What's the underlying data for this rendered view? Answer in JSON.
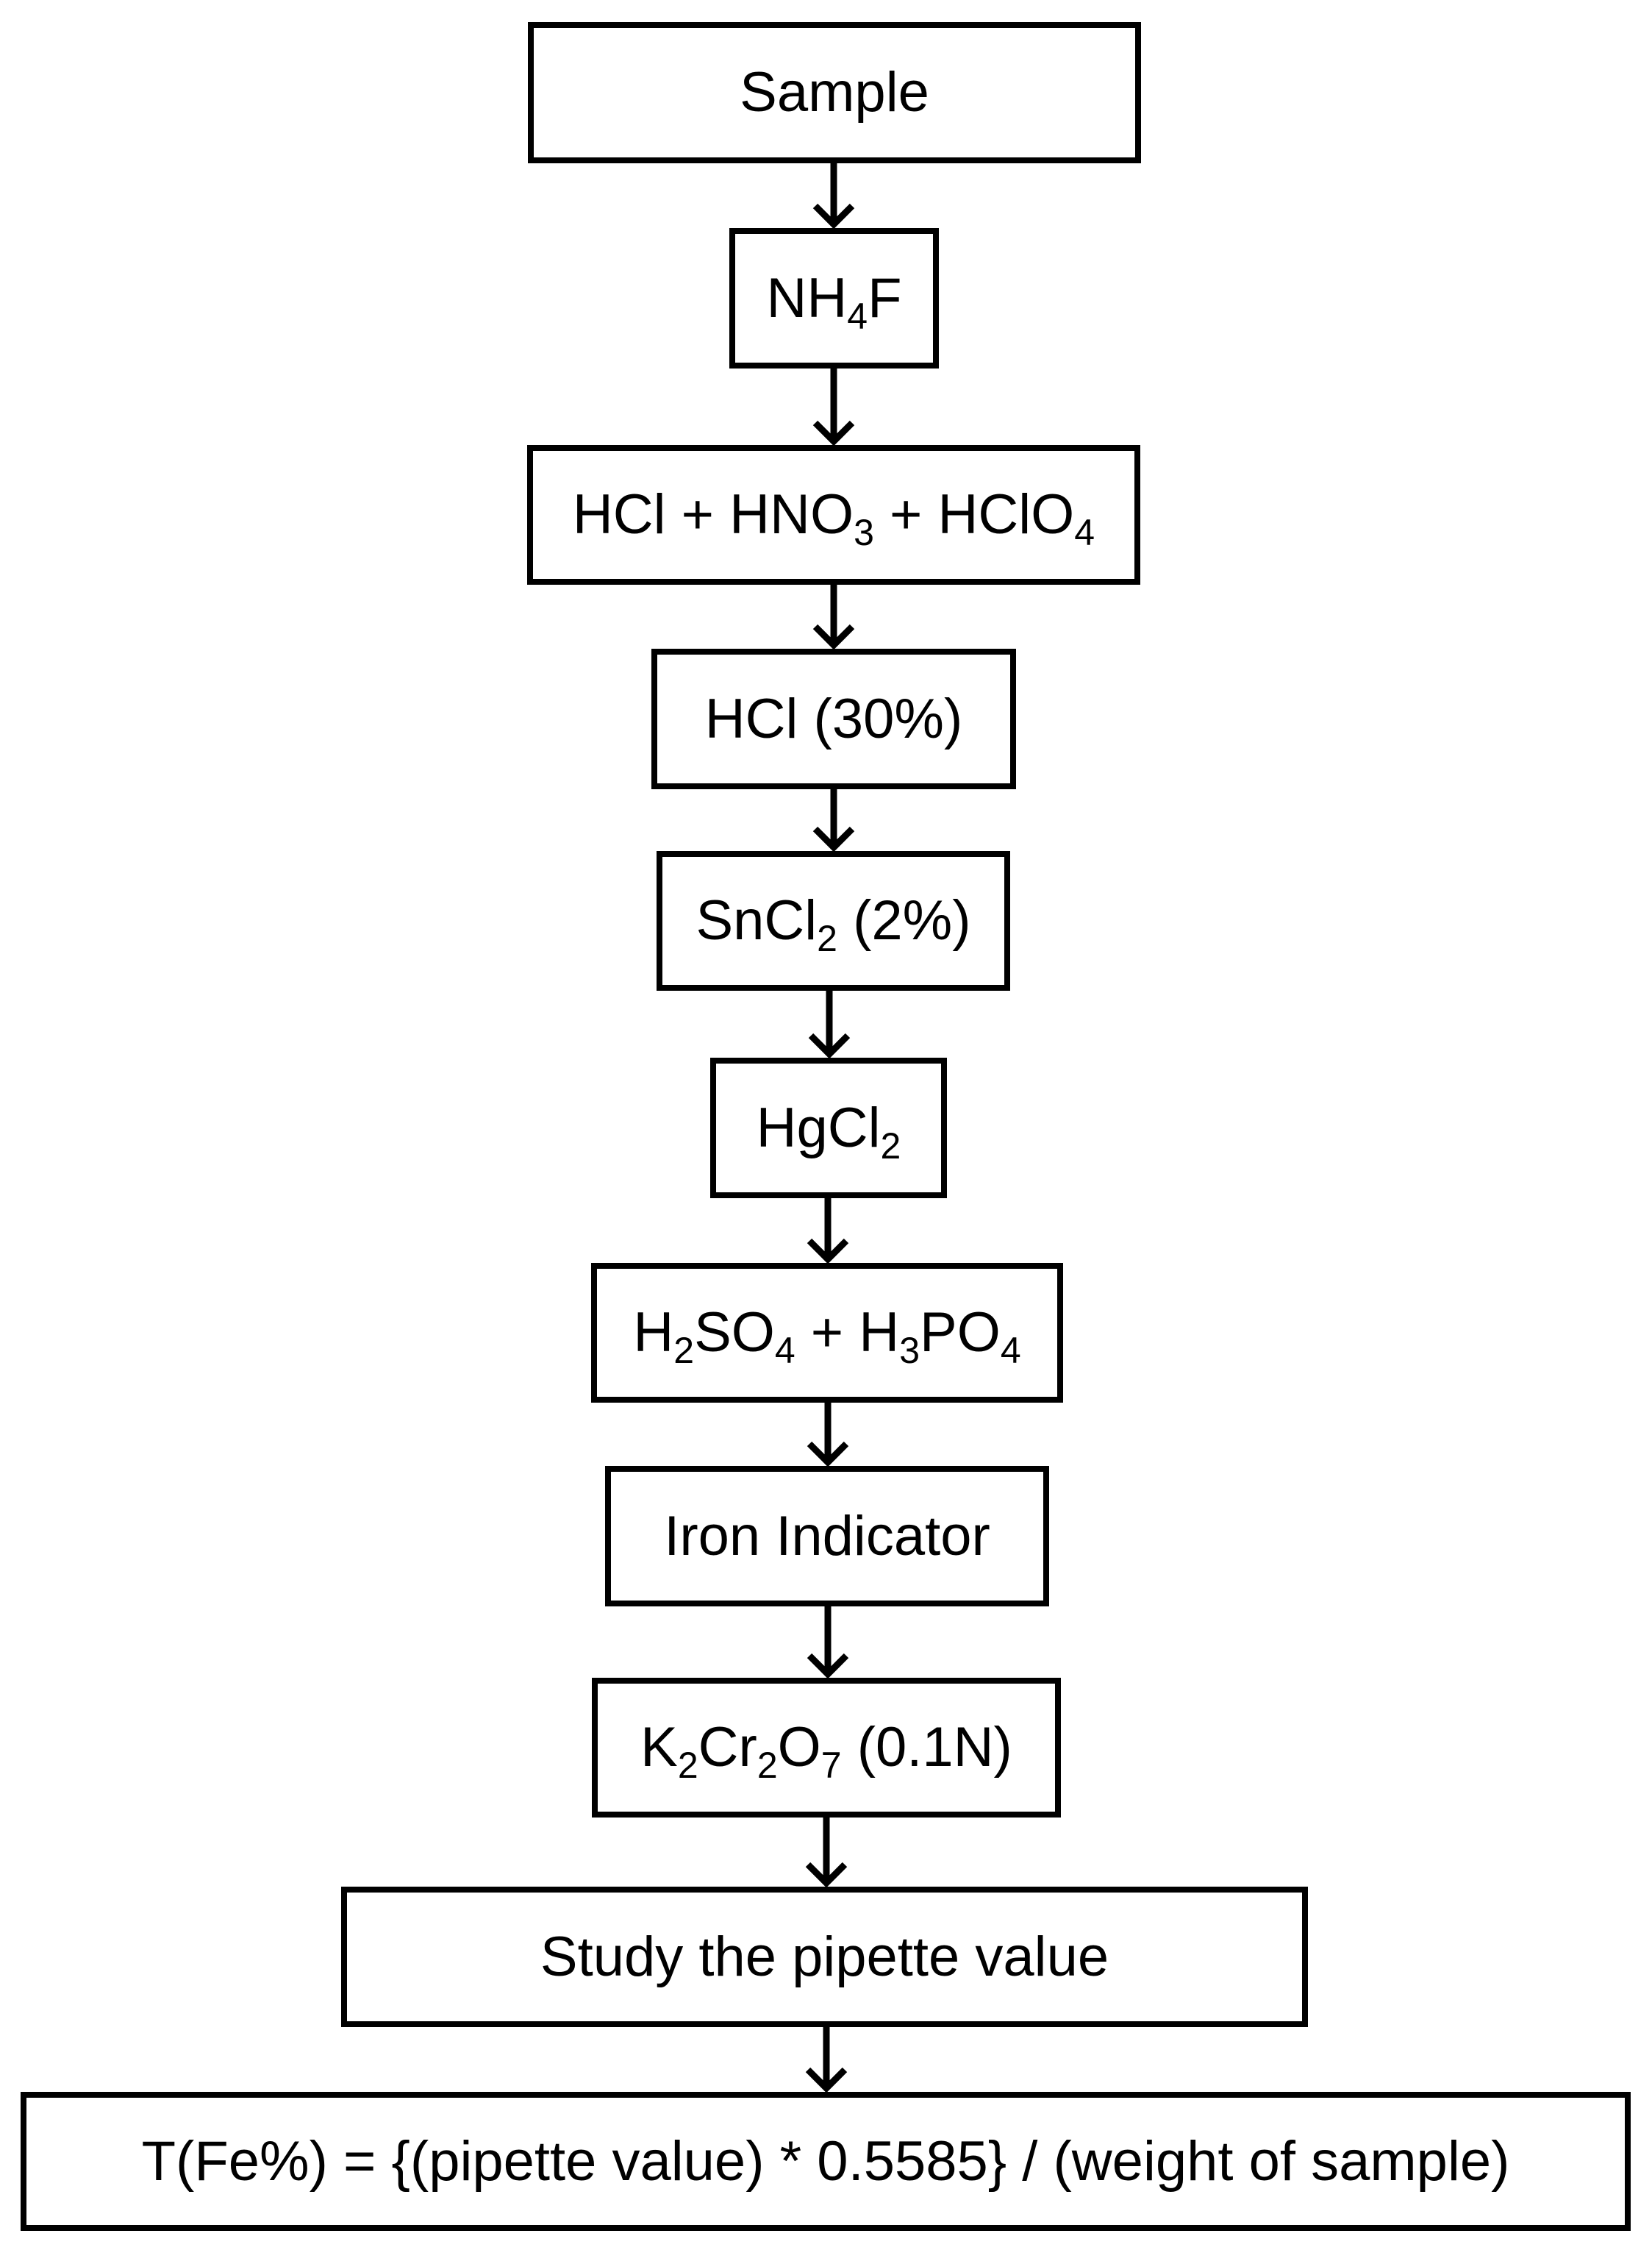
{
  "steps": {
    "sample": "Sample",
    "nh4f": {
      "a": "NH",
      "s1": "4",
      "b": "F"
    },
    "acids": {
      "a": "HCl + HNO",
      "s1": "3",
      "b": " + HClO",
      "s2": "4"
    },
    "hcl": "HCl (30%)",
    "sncl2": {
      "a": "SnCl",
      "s1": "2",
      "b": " (2%)"
    },
    "hgcl2": {
      "a": "HgCl",
      "s1": "2"
    },
    "h2so4": {
      "a": "H",
      "s1": "2",
      "b": "SO",
      "s2": "4",
      "c": " + H",
      "s3": "3",
      "d": "PO",
      "s4": "4"
    },
    "indicator": "Iron Indicator",
    "k2cr2o7": {
      "a": "K",
      "s1": "2",
      "b": "Cr",
      "s2": "2",
      "c": "O",
      "s3": "7",
      "d": " (0.1N)"
    },
    "study": "Study the pipette value",
    "formula": "T(Fe%) = {(pipette value) * 0.5585} / (weight of sample)"
  }
}
